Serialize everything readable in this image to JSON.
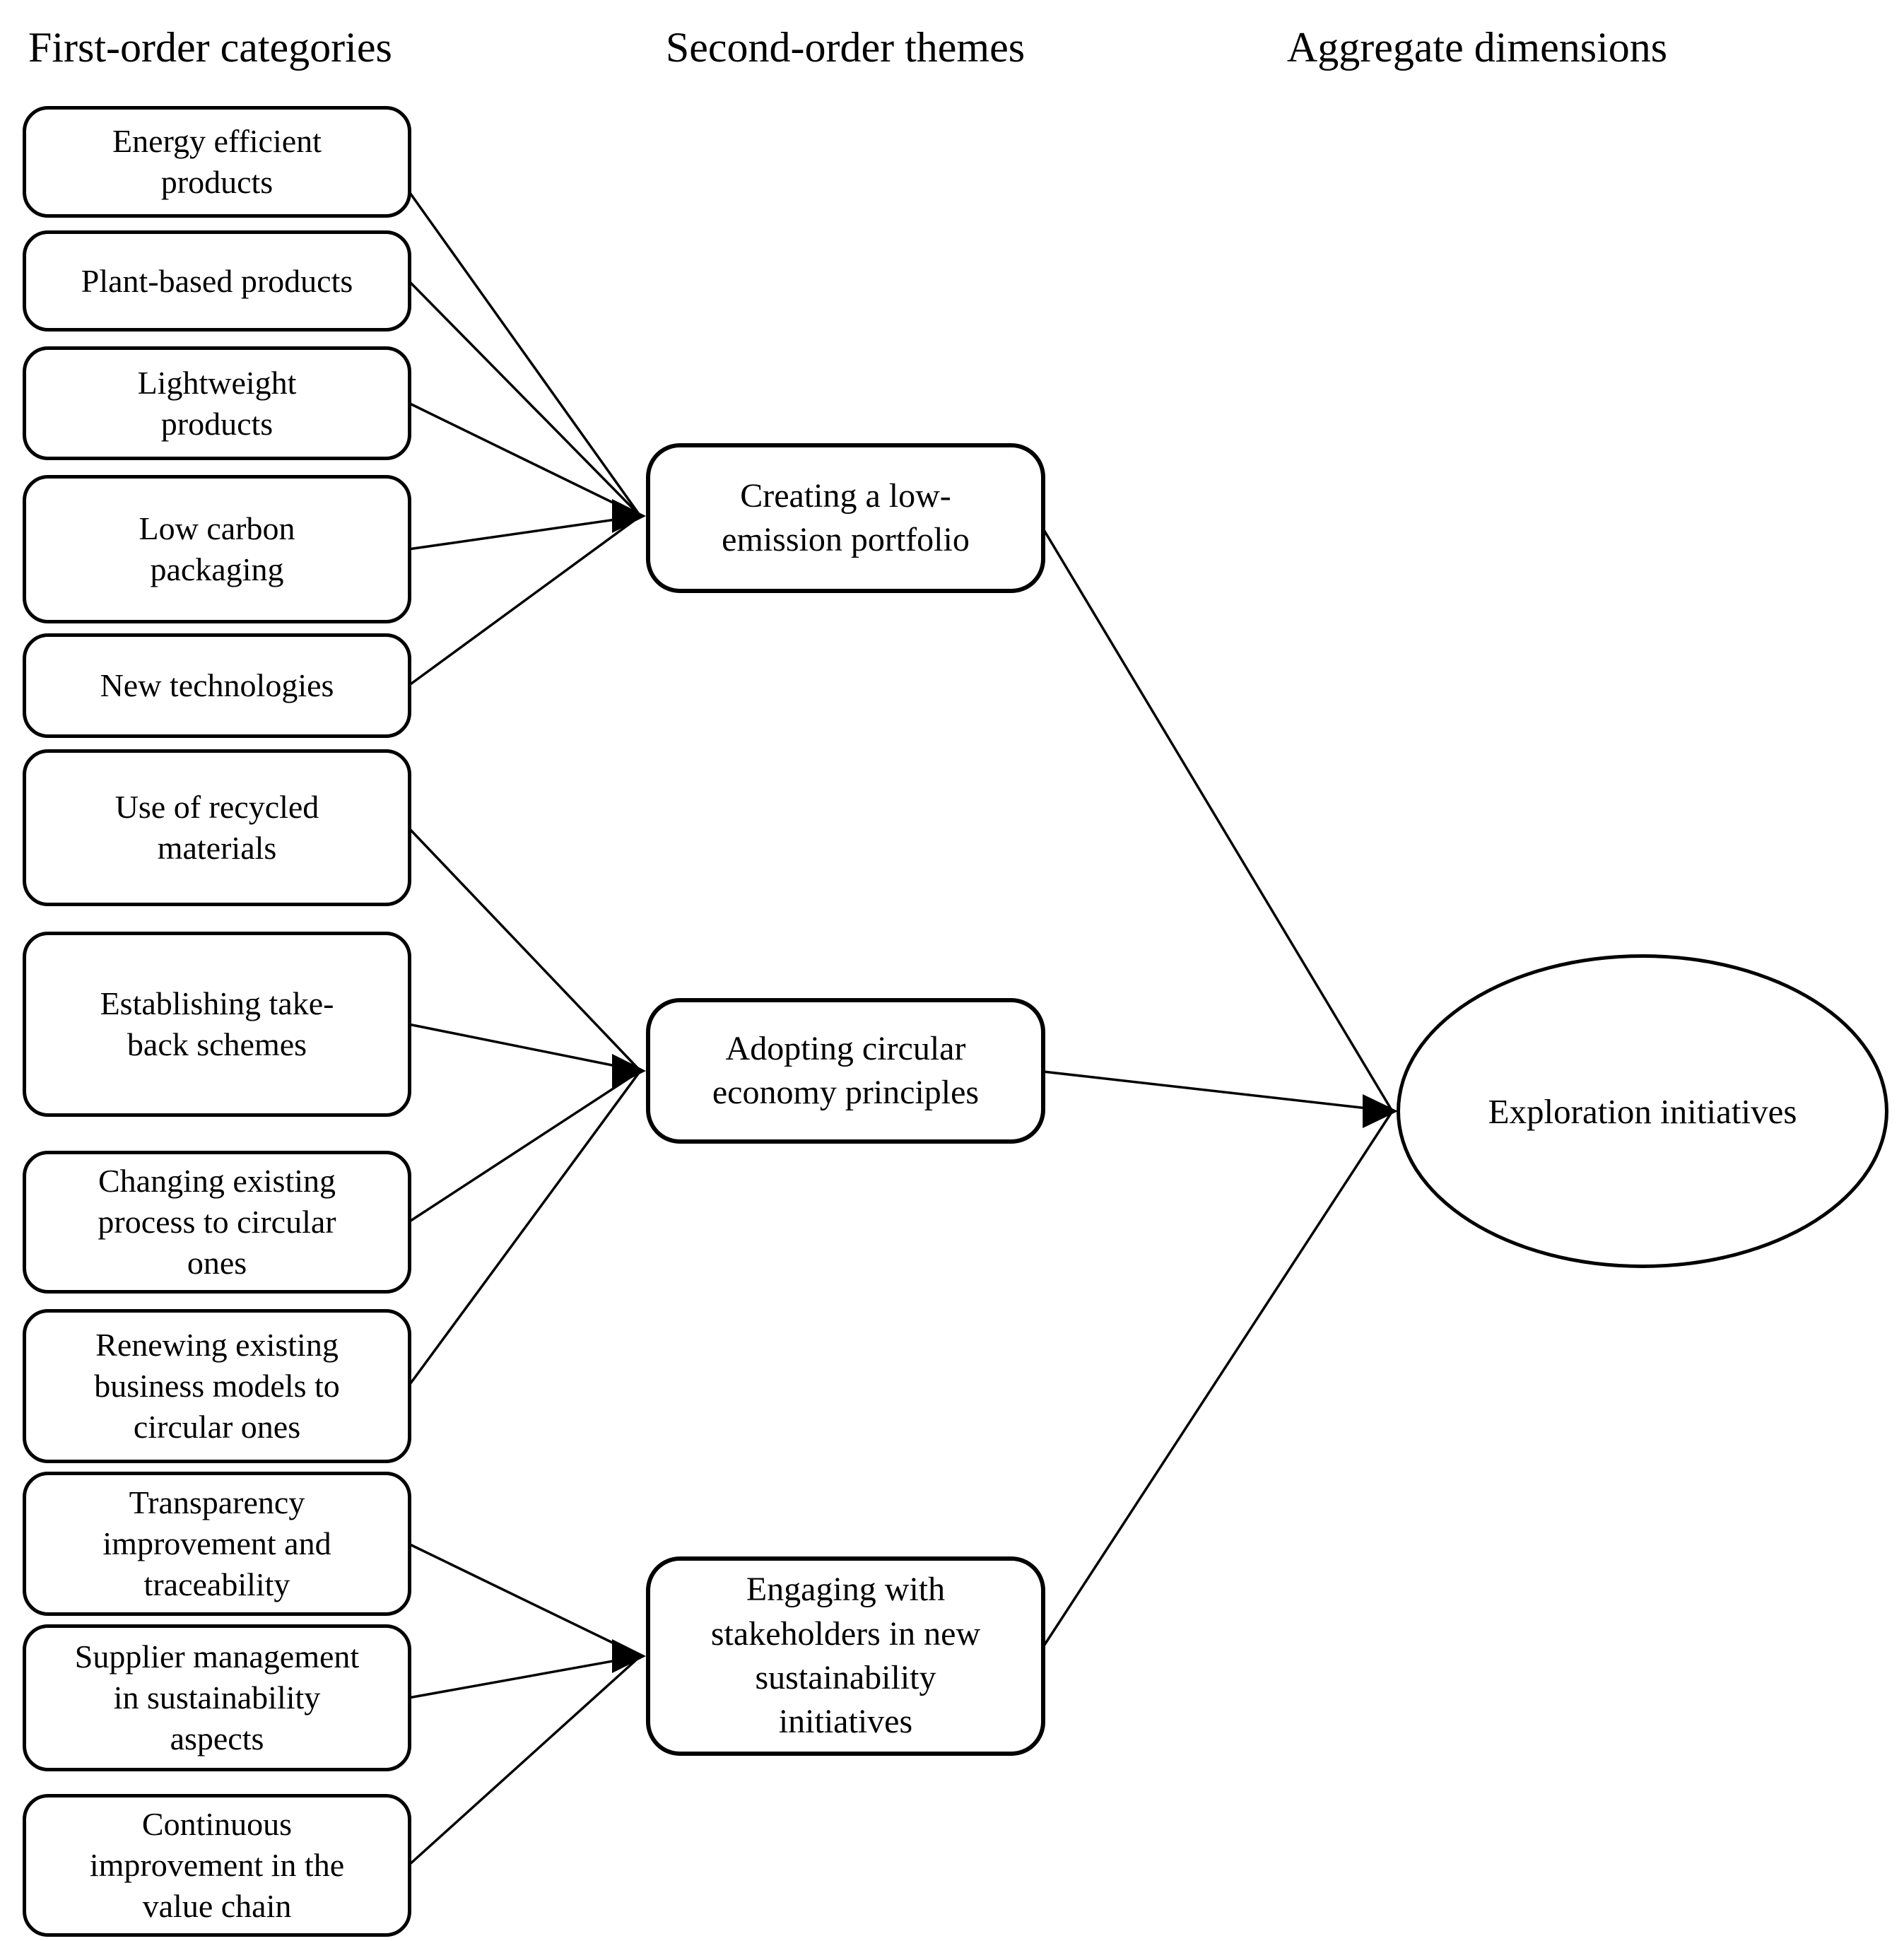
{
  "diagram": {
    "headers": {
      "first": "First-order categories",
      "second": "Second-order themes",
      "third": "Aggregate dimensions"
    },
    "first_order_categories": [
      "Energy efficient\nproducts",
      "Plant-based products",
      "Lightweight\nproducts",
      "Low carbon\npackaging",
      "New technologies",
      "Use of recycled\nmaterials",
      "Establishing take-\nback schemes",
      "Changing existing\nprocess to circular\nones",
      "Renewing existing\nbusiness models to\ncircular ones",
      "Transparency\nimprovement and\ntraceability",
      "Supplier management\nin sustainability\naspects",
      "Continuous\nimprovement in the\nvalue chain"
    ],
    "second_order_themes": [
      "Creating a low-\nemission portfolio",
      "Adopting circular\neconomy principles",
      "Engaging with\nstakeholders in new\nsustainability\ninitiatives"
    ],
    "aggregate_dimension": "Exploration initiatives",
    "connections": {
      "theme_sources": [
        [
          0,
          1,
          2,
          3,
          4
        ],
        [
          5,
          6,
          7,
          8
        ],
        [
          9,
          10,
          11
        ]
      ],
      "aggregate_sources": [
        0,
        1,
        2
      ]
    },
    "colors": {
      "ink": "#000000",
      "paper": "#ffffff"
    }
  }
}
